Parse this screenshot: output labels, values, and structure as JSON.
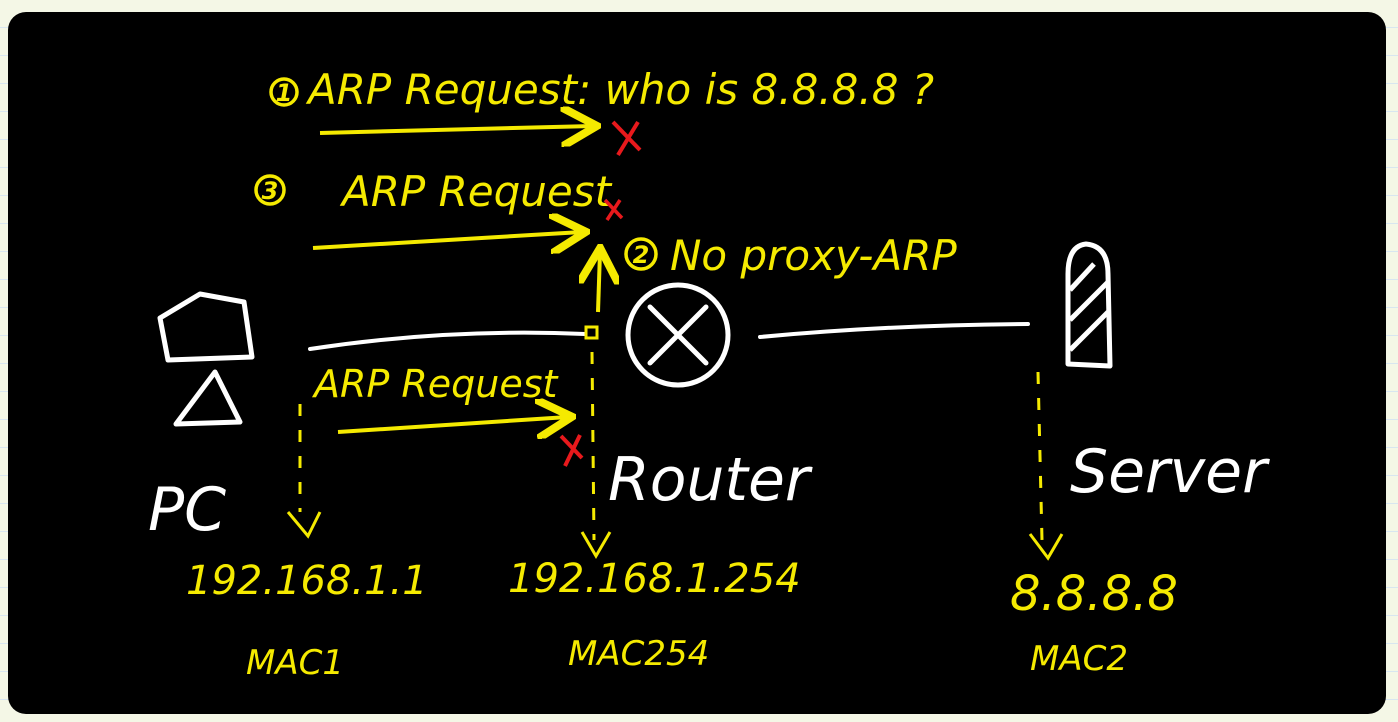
{
  "steps": [
    {
      "number": "1",
      "text": "ARP Request: who is 8.8.8.8 ?"
    },
    {
      "number": "3",
      "text": "ARP Request"
    },
    {
      "number": "2",
      "text": "No proxy-ARP"
    }
  ],
  "lower_request": "ARP Request",
  "nodes": {
    "pc": {
      "label": "PC",
      "ip": "192.168.1.1",
      "mac": "MAC1",
      "icon": "pc-icon"
    },
    "router": {
      "label": "Router",
      "ip": "192.168.1.254",
      "mac": "MAC254",
      "icon": "router-icon"
    },
    "server": {
      "label": "Server",
      "ip": "8.8.8.8",
      "mac": "MAC2",
      "icon": "server-icon"
    }
  },
  "colors": {
    "background": "#000000",
    "annotation": "#f5ea00",
    "drawing": "#ffffff",
    "blocked": "#e8191c"
  }
}
